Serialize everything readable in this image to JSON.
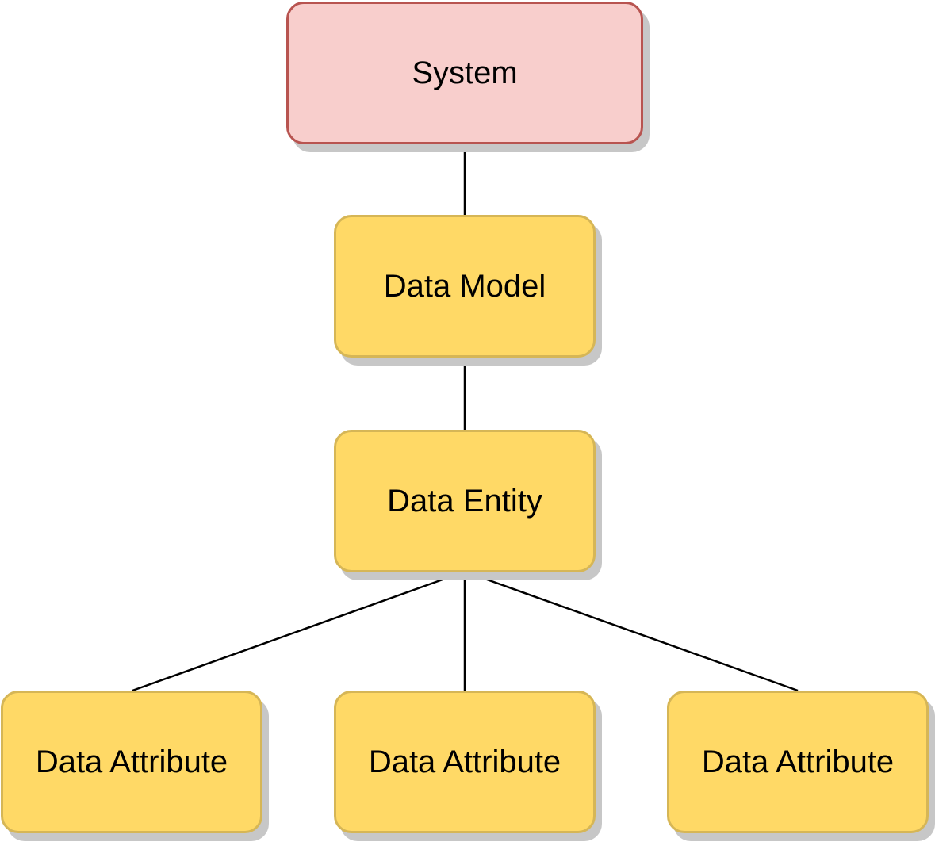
{
  "diagram": {
    "nodes": {
      "system": {
        "label": "System",
        "fill": "#f8cecc",
        "stroke": "#b85450"
      },
      "data_model": {
        "label": "Data Model",
        "fill": "#ffd966",
        "stroke": "#d6b656"
      },
      "data_entity": {
        "label": "Data Entity",
        "fill": "#ffd966",
        "stroke": "#d6b656"
      },
      "data_attribute_1": {
        "label": "Data Attribute",
        "fill": "#ffd966",
        "stroke": "#d6b656"
      },
      "data_attribute_2": {
        "label": "Data Attribute",
        "fill": "#ffd966",
        "stroke": "#d6b656"
      },
      "data_attribute_3": {
        "label": "Data Attribute",
        "fill": "#ffd966",
        "stroke": "#d6b656"
      }
    },
    "edges": [
      {
        "from": "system",
        "to": "data_model"
      },
      {
        "from": "data_model",
        "to": "data_entity"
      },
      {
        "from": "data_entity",
        "to": "data_attribute_1"
      },
      {
        "from": "data_entity",
        "to": "data_attribute_2"
      },
      {
        "from": "data_entity",
        "to": "data_attribute_3"
      }
    ]
  }
}
